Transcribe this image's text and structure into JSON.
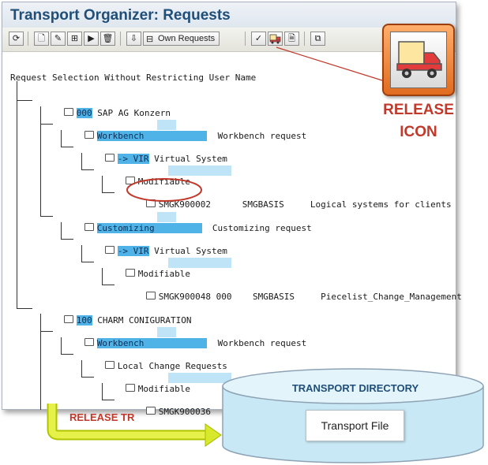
{
  "window": {
    "title": "Transport Organizer: Requests"
  },
  "toolbar": {
    "own_requests_label": "Own Requests",
    "icons": [
      "refresh-icon",
      "new-document-icon",
      "change-icon",
      "hierarchy-icon",
      "execute-icon",
      "delete-icon",
      "import-icon",
      "own-requests-icon",
      "check-icon",
      "release-icon",
      "display-icon",
      "copy-icon"
    ]
  },
  "tree": {
    "root_label": "Request Selection Without Restricting User Name",
    "nodes": [
      {
        "code": "000",
        "label": "SAP AG Konzern"
      },
      {
        "hl": "Workbench",
        "desc": "Workbench request"
      },
      {
        "hl": "-> VIR",
        "label": "Virtual System"
      },
      {
        "label": "Modifiable"
      },
      {
        "id": "SMGK900002",
        "owner": "SMGBASIS",
        "desc": "Logical systems for clients"
      },
      {
        "hl": "Customizing",
        "desc": "Customizing request"
      },
      {
        "hl": "-> VIR",
        "label": "Virtual System"
      },
      {
        "label": "Modifiable"
      },
      {
        "id": "SMGK900048",
        "client": "000",
        "owner": "SMGBASIS",
        "desc": "Piecelist_Change_Management"
      },
      {
        "code": "100",
        "label": "CHARM CONIGURATION"
      },
      {
        "hl": "Workbench",
        "desc": "Workbench request"
      },
      {
        "label": "Local Change Requests"
      },
      {
        "label": "Modifiable"
      },
      {
        "id": "SMGK900036"
      }
    ]
  },
  "annotations": {
    "release_icon_line1": "RELEASE",
    "release_icon_line2": "ICON",
    "release_tr": "RELEASE TR",
    "transport_directory": "TRANSPORT DIRECTORY",
    "transport_file": "Transport File"
  },
  "colors": {
    "title": "#1f4e79",
    "highlight": "#4fb3e8",
    "annotation_red": "#c0392b",
    "arrow": "#c9e000",
    "callout_orange": "#e06b20"
  }
}
